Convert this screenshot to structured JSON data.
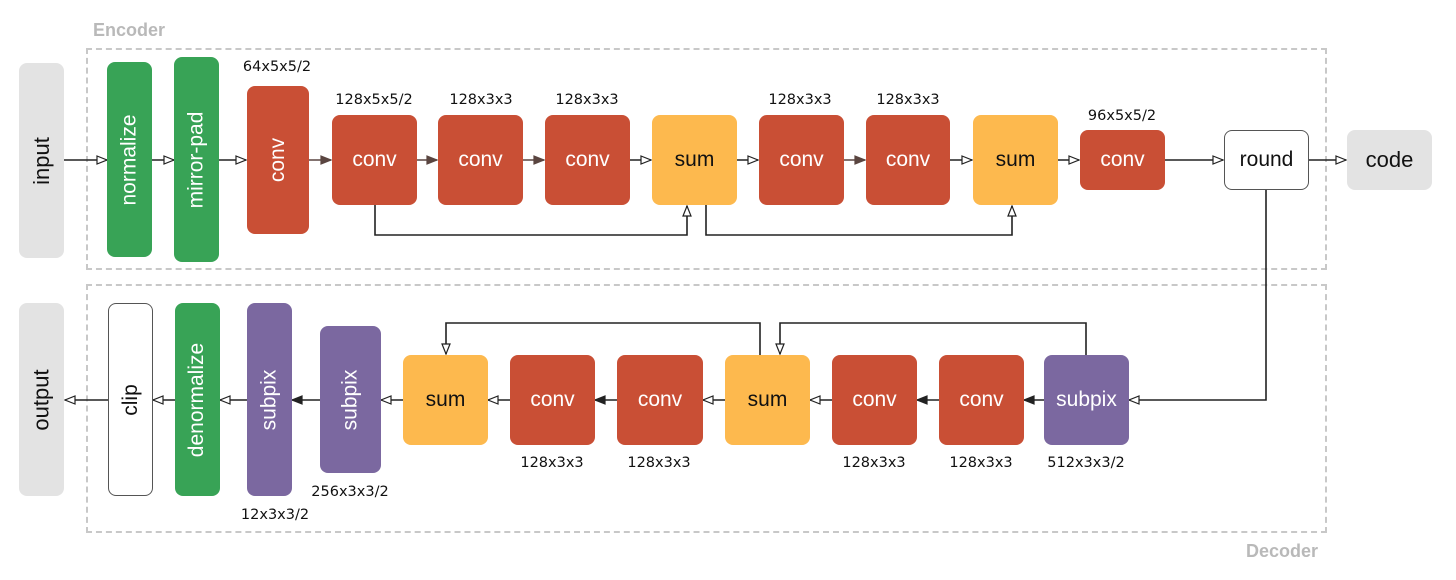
{
  "encoder": {
    "label": "Encoder",
    "io_input": "input",
    "io_code": "code",
    "normalize": "normalize",
    "mirror_pad": "mirror-pad",
    "conv1": "conv",
    "conv1_spec": "64x5x5/2",
    "conv2": "conv",
    "conv2_spec": "128x5x5/2",
    "conv3": "conv",
    "conv3_spec": "128x3x3",
    "conv4": "conv",
    "conv4_spec": "128x3x3",
    "sum1": "sum",
    "conv5": "conv",
    "conv5_spec": "128x3x3",
    "conv6": "conv",
    "conv6_spec": "128x3x3",
    "sum2": "sum",
    "conv7": "conv",
    "conv7_spec": "96x5x5/2",
    "round": "round"
  },
  "decoder": {
    "label": "Decoder",
    "io_output": "output",
    "clip": "clip",
    "denormalize": "denormalize",
    "subpix3": "subpix",
    "subpix3_spec": "12x3x3/2",
    "subpix2": "subpix",
    "subpix2_spec": "256x3x3/2",
    "sum2": "sum",
    "conv4": "conv",
    "conv4_spec": "128x3x3",
    "conv3": "conv",
    "conv3_spec": "128x3x3",
    "sum1": "sum",
    "conv2": "conv",
    "conv2_spec": "128x3x3",
    "conv1": "conv",
    "conv1_spec": "128x3x3",
    "subpix1": "subpix",
    "subpix1_spec": "512x3x3/2"
  },
  "colors": {
    "green": "#38a356",
    "red": "#c94f35",
    "yellow": "#fdb94e",
    "purple": "#7b68a0",
    "grey": "#e3e3e3"
  }
}
